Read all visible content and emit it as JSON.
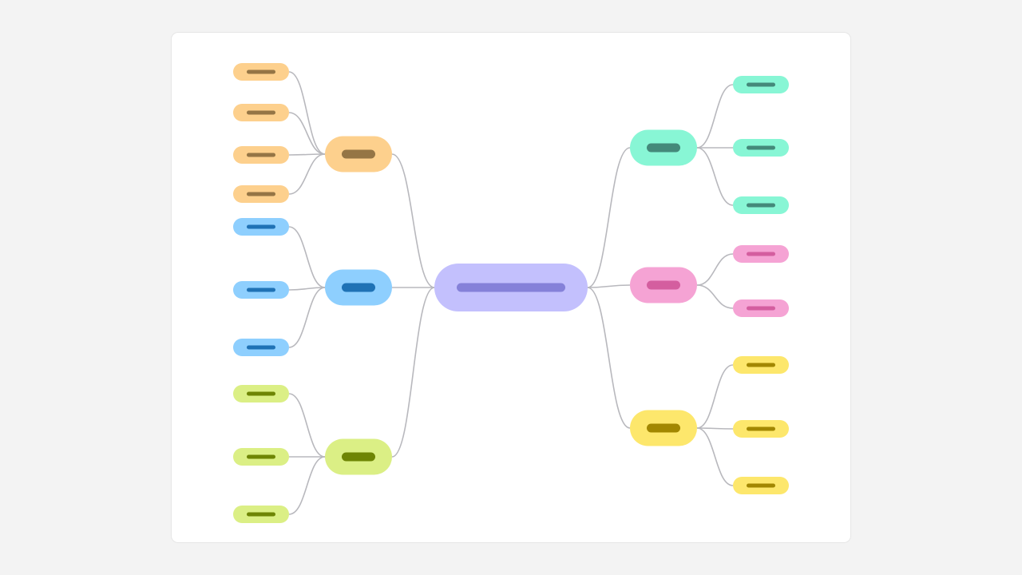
{
  "canvas": {
    "background": "#f3f3f3",
    "card_color": "#ffffff"
  },
  "connector_color": "#b8b8bd",
  "central": {
    "fill": "#c3c0fd",
    "bar": "#8581d9"
  },
  "branches": [
    {
      "id": "orange",
      "side": "left",
      "fill": "#fdd08d",
      "bar": "#957545",
      "leaves": 4
    },
    {
      "id": "blue",
      "side": "left",
      "fill": "#8ecffe",
      "bar": "#1f72b5",
      "leaves": 3
    },
    {
      "id": "green",
      "side": "left",
      "fill": "#dbef85",
      "bar": "#6e8504",
      "leaves": 3
    },
    {
      "id": "teal",
      "side": "right",
      "fill": "#88f6d5",
      "bar": "#44897a",
      "leaves": 3
    },
    {
      "id": "pink",
      "side": "right",
      "fill": "#f5a3d4",
      "bar": "#d45e9f",
      "leaves": 2
    },
    {
      "id": "yellow",
      "side": "right",
      "fill": "#fde76c",
      "bar": "#a28701",
      "leaves": 3
    }
  ]
}
